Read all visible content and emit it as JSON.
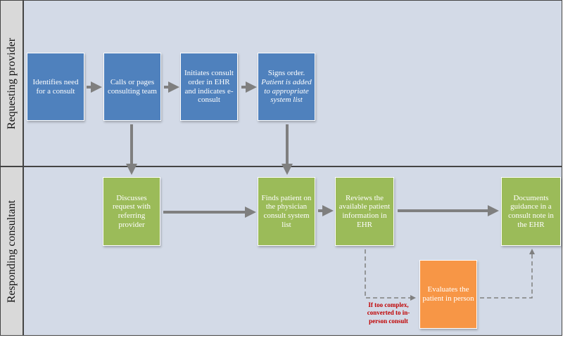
{
  "lanes": [
    {
      "label": "Requesting provider"
    },
    {
      "label": "Responding consultant"
    }
  ],
  "steps": {
    "identify": "Identifies need for a consult",
    "calls": "Calls or pages consulting team",
    "initiates": "Initiates consult order in EHR and indicates e-consult",
    "signs": "Signs order.",
    "signs_note": "Patient is added to appropriate system list",
    "discusses": "Discusses request with referring provider",
    "finds": "Finds patient on the physician consult system list",
    "reviews": "Reviews the available patient information in EHR",
    "documents": "Documents guidance in a consult note in the EHR",
    "evaluates": "Evaluates the patient in person"
  },
  "branch_note": "If too complex, converted to in-person consult",
  "colors": {
    "requesting_box": "#4f81bd",
    "consultant_box": "#9bbb59",
    "in_person_box": "#f79646",
    "lane_background": "#d3dae7",
    "arrow": "#7f7f7f",
    "note_text": "#c00000"
  }
}
